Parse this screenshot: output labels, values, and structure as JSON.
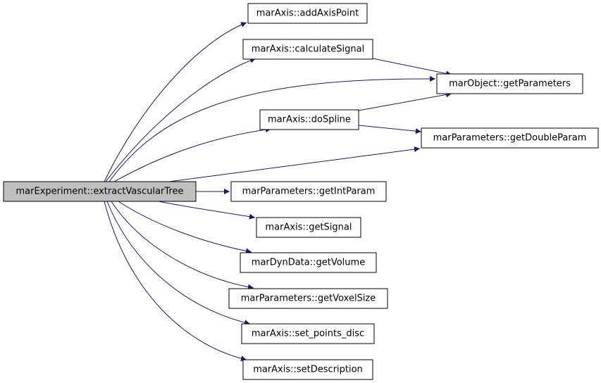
{
  "graph": {
    "edge_color": "#191970",
    "root_fill": "#bfbfbf",
    "nodes": {
      "root": "marExperiment::extractVascularTree",
      "addAxisPoint": "marAxis::addAxisPoint",
      "calculateSignal": "marAxis::calculateSignal",
      "getParameters": "marObject::getParameters",
      "doSpline": "marAxis::doSpline",
      "getDoubleParam": "marParameters::getDoubleParam",
      "getIntParam": "marParameters::getIntParam",
      "getSignal": "marAxis::getSignal",
      "getVolume": "marDynData::getVolume",
      "getVoxelSize": "marParameters::getVoxelSize",
      "setPointsDisc": "marAxis::set_points_disc",
      "setDescription": "marAxis::setDescription"
    }
  }
}
